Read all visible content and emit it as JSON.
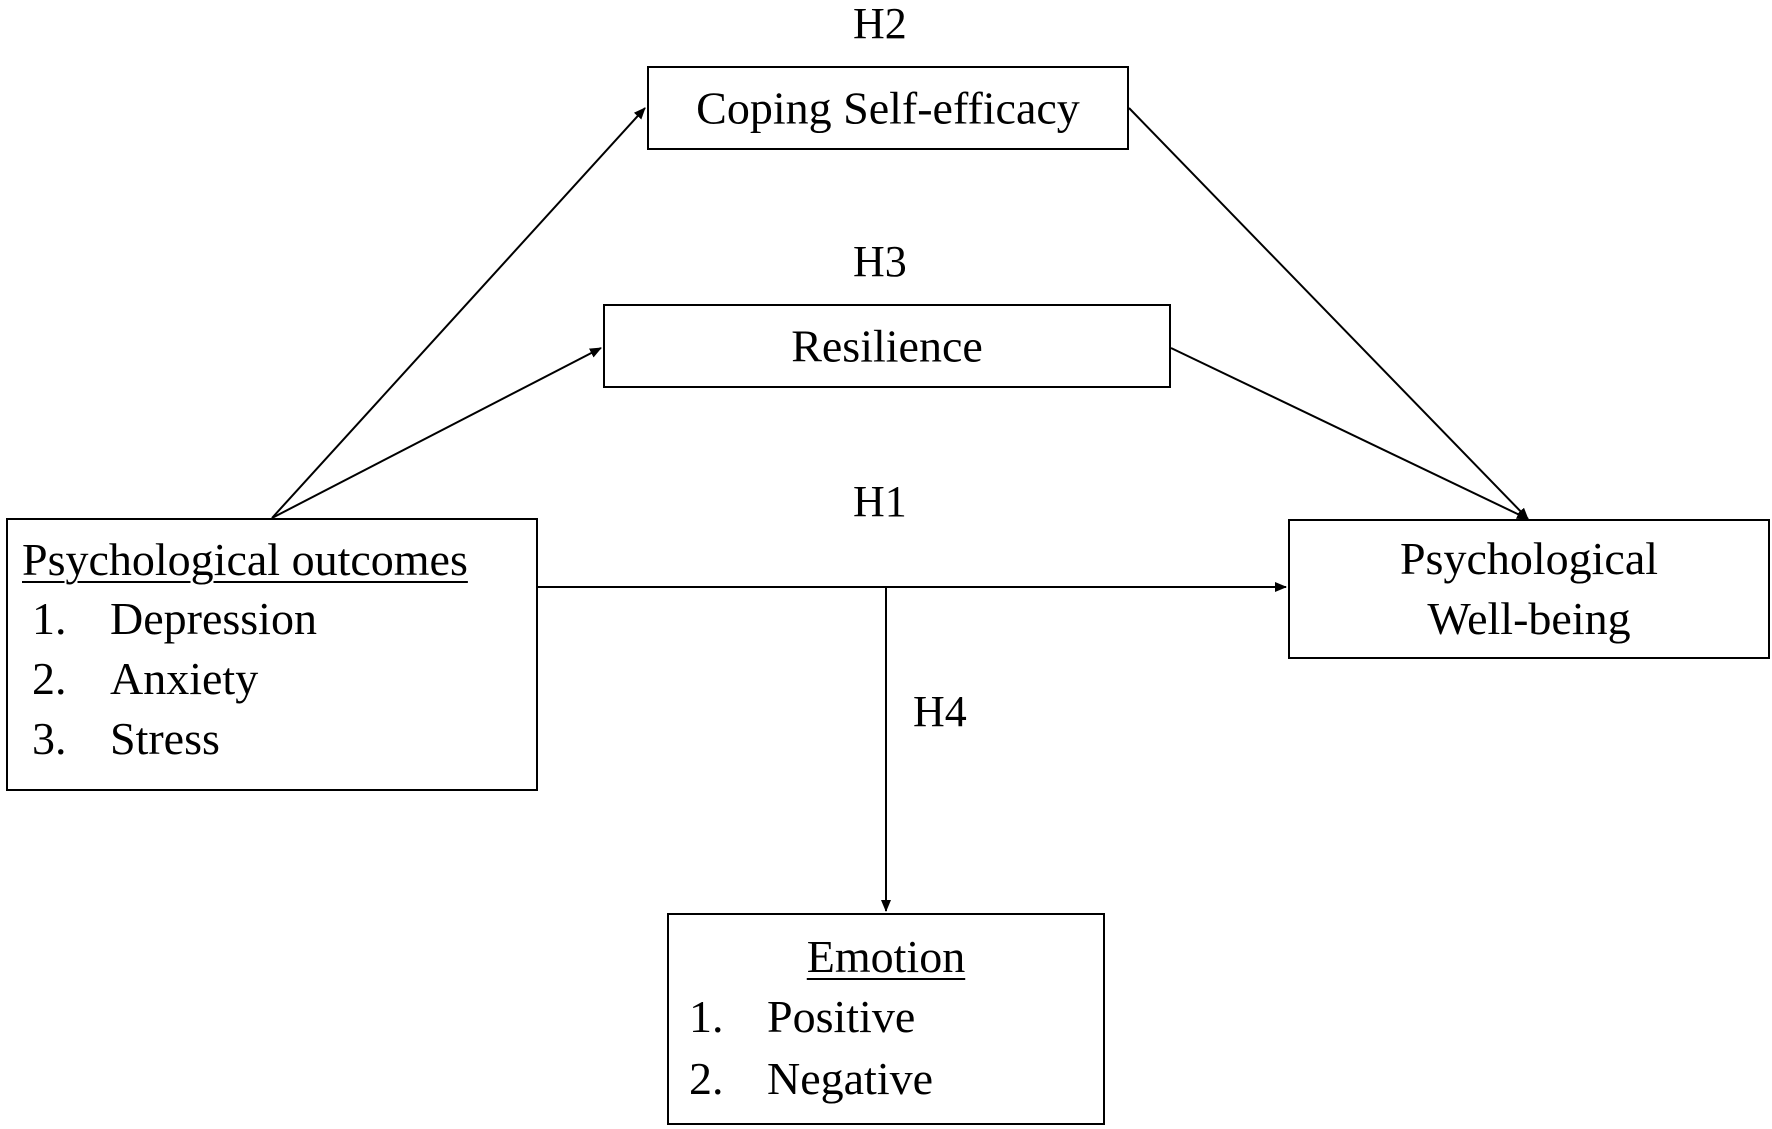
{
  "diagram": {
    "nodes": {
      "predictor": {
        "title": "Psychological outcomes",
        "items": [
          {
            "num": "1.",
            "label": "Depression"
          },
          {
            "num": "2.",
            "label": "Anxiety"
          },
          {
            "num": "3.",
            "label": "Stress"
          }
        ]
      },
      "mediator_coping": {
        "label": "Coping Self-efficacy"
      },
      "mediator_resilience": {
        "label": "Resilience"
      },
      "outcome": {
        "lines": [
          "Psychological",
          "Well-being"
        ]
      },
      "moderator": {
        "title": "Emotion",
        "items": [
          {
            "num": "1.",
            "label": "Positive"
          },
          {
            "num": "2.",
            "label": "Negative"
          }
        ]
      }
    },
    "hypotheses": {
      "h1": "H1",
      "h2": "H2",
      "h3": "H3",
      "h4": "H4"
    },
    "colors": {
      "stroke": "#000000",
      "background": "#ffffff"
    }
  }
}
